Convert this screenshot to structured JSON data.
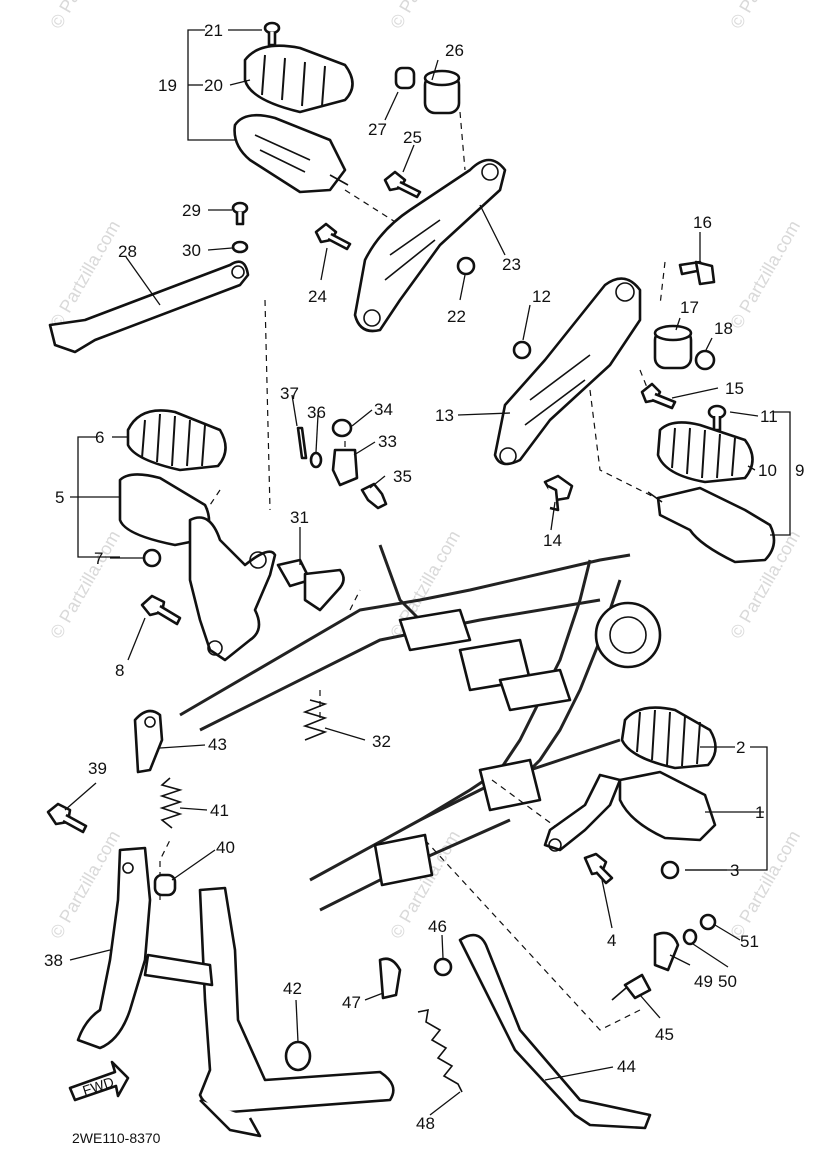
{
  "diagram": {
    "part_numbers": [
      "1",
      "2",
      "3",
      "4",
      "5",
      "6",
      "7",
      "8",
      "9",
      "10",
      "11",
      "12",
      "13",
      "14",
      "15",
      "16",
      "17",
      "18",
      "19",
      "20",
      "21",
      "22",
      "23",
      "24",
      "25",
      "26",
      "27",
      "28",
      "29",
      "30",
      "31",
      "32",
      "33",
      "34",
      "35",
      "36",
      "37",
      "38",
      "39",
      "40",
      "41",
      "42",
      "43",
      "44",
      "45",
      "46",
      "47",
      "48",
      "49",
      "50",
      "51"
    ],
    "drawing_code": "2WE110-8370",
    "direction_marker": "FWD",
    "watermark": "© Partzilla.com"
  }
}
